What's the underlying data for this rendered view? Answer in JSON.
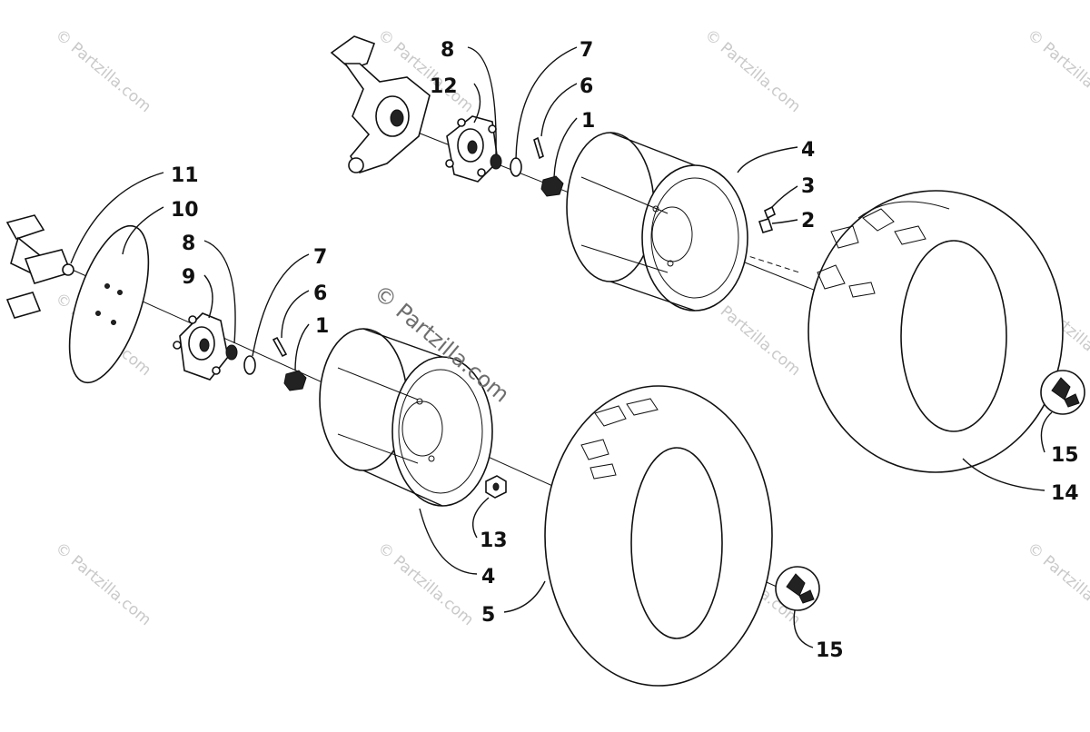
{
  "callouts": {
    "top_8": "8",
    "top_7": "7",
    "top_12": "12",
    "top_6": "6",
    "top_1": "1",
    "top_4": "4",
    "top_3": "3",
    "top_2": "2",
    "left_11": "11",
    "left_10": "10",
    "left_8": "8",
    "left_7": "7",
    "left_9": "9",
    "left_6": "6",
    "left_1": "1",
    "right_15": "15",
    "right_14": "14",
    "bottom_13": "13",
    "bottom_4": "4",
    "bottom_5": "5",
    "bottom_15": "15"
  },
  "watermark": {
    "text": "© Partzilla.com"
  }
}
